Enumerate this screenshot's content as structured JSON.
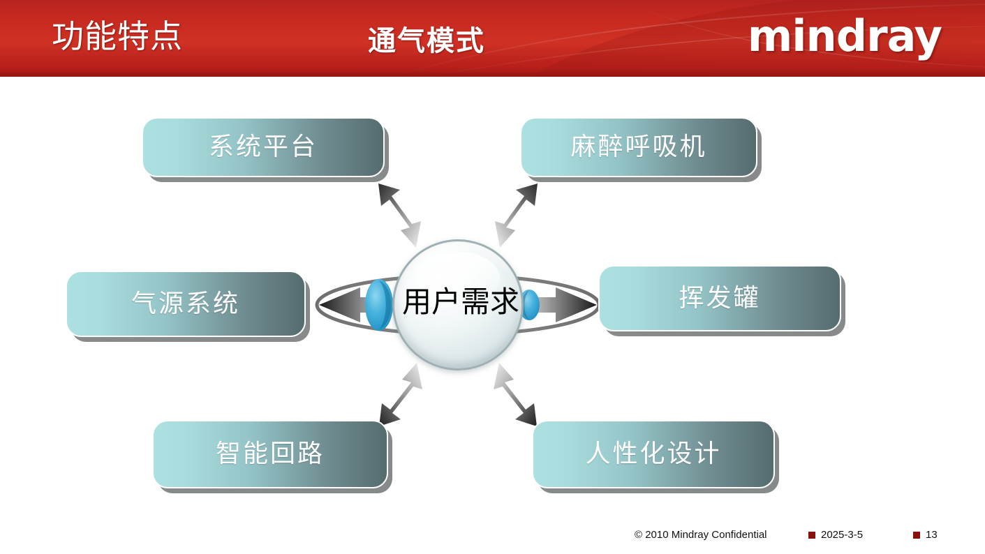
{
  "header": {
    "title": "功能特点",
    "subtitle": "通气模式",
    "logo": "mindray",
    "background_color": "#c5281f"
  },
  "diagram": {
    "hub": {
      "label": "用户需求"
    },
    "nodes": [
      {
        "id": "top-left",
        "label": "系统平台"
      },
      {
        "id": "top-right",
        "label": "麻醉呼吸机"
      },
      {
        "id": "mid-left",
        "label": "气源系统"
      },
      {
        "id": "mid-right",
        "label": "挥发罐"
      },
      {
        "id": "bottom-left",
        "label": "智能回路"
      },
      {
        "id": "bottom-right",
        "label": "人性化设计"
      }
    ],
    "colors": {
      "node_gradient_start": "#ace1e1",
      "node_gradient_end": "#556c6f",
      "accent_blue": "#29a6d8",
      "arrow_dark": "#1a1a1a",
      "ring_gray": "#7d7d7d"
    }
  },
  "footer": {
    "copyright": "© 2010 Mindray Confidential",
    "date": "2025-3-5",
    "page_number": "13",
    "bullet_color": "#8b0f0a"
  }
}
